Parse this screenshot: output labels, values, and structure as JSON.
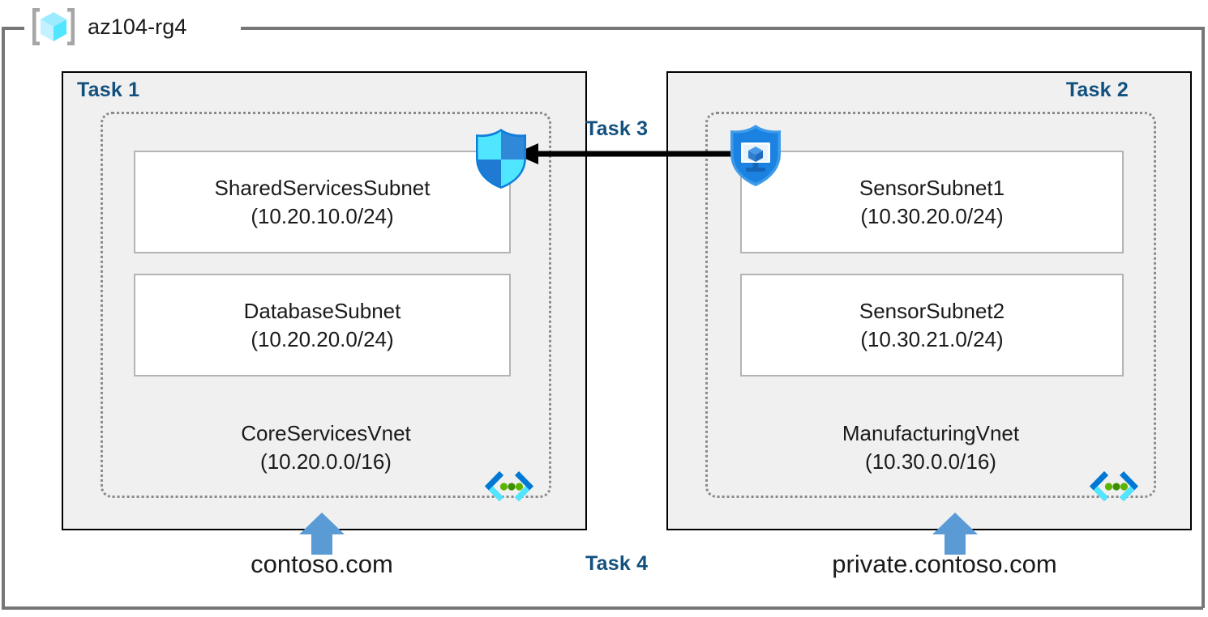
{
  "resource_group": {
    "name": "az104-rg4",
    "icon": "azure-resource-group-cube-icon"
  },
  "tasks": {
    "task1_label": "Task 1",
    "task2_label": "Task 2",
    "task3_label": "Task 3",
    "task4_label": "Task 4"
  },
  "vnets": [
    {
      "id": "corevnet",
      "name": "CoreServicesVnet",
      "address_space": "(10.20.0.0/16)",
      "task": "Task 1",
      "dns_icon": "dns-zone-icon",
      "subnets": [
        {
          "name": "SharedServicesSubnet",
          "cidr": "(10.20.10.0/24)"
        },
        {
          "name": "DatabaseSubnet",
          "cidr": "(10.20.20.0/24)"
        }
      ]
    },
    {
      "id": "mfgvnet",
      "name": "ManufacturingVnet",
      "address_space": "(10.30.0.0/16)",
      "task": "Task 2",
      "dns_icon": "dns-zone-icon",
      "subnets": [
        {
          "name": "SensorSubnet1",
          "cidr": "(10.30.20.0/24)"
        },
        {
          "name": "SensorSubnet2",
          "cidr": "(10.30.21.0/24)"
        }
      ]
    }
  ],
  "icons": {
    "firewall_shield": "shield-quadrant-icon",
    "private_endpoint": "shield-monitor-cube-icon",
    "dns_zone": "dns-angle-brackets-icon",
    "up_arrow": "block-arrow-up-icon",
    "peering_arrow": "left-arrow-icon"
  },
  "dns_zones": [
    {
      "name": "contoso.com"
    },
    {
      "name": "private.contoso.com"
    }
  ],
  "colors": {
    "task_label": "#12507e",
    "task_box_fill": "#f0f0f0",
    "task_box_border": "#000000",
    "vnet_border": "#8a8a8a",
    "subnet_border": "#b4b4b4",
    "arrow_blue": "#5b9bd5",
    "azure_cyan": "#50e6ff",
    "azure_blue": "#0078d4",
    "dns_green": "#5ab500",
    "outer_border": "#767676"
  }
}
